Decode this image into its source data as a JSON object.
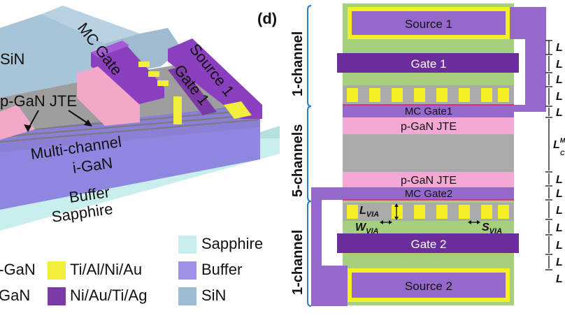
{
  "left_panel": {
    "labels": {
      "sin": "SiN",
      "mc_gate": "MC Gate",
      "source1": "Source 1",
      "gate1": "Gate 1",
      "pgan_jte": "p-GaN JTE",
      "multichannel": "Multi-channel",
      "igan": "i-GaN",
      "buffer": "Buffer",
      "sapphire": "Sapphire"
    }
  },
  "legend": {
    "items": [
      {
        "label": "p-GaN",
        "color": "#f4a8c8"
      },
      {
        "label": "GaN",
        "color": "#a6a6a6"
      },
      {
        "label": "Ti/Al/Ni/Au",
        "color": "#f2ee3c"
      },
      {
        "label": "Ni/Au/Ti/Ag",
        "color": "#7c3aa6"
      },
      {
        "label": "Sapphire",
        "color": "#c8eeee"
      },
      {
        "label": "Buffer",
        "color": "#9c92e8"
      },
      {
        "label": "SiN",
        "color": "#9dbdd3"
      }
    ]
  },
  "right_panel": {
    "panel_letter": "(d)",
    "region_labels": {
      "top": "1-channel",
      "middle": "5-channels",
      "bottom": "1-channel"
    },
    "layers": {
      "source1": "Source 1",
      "gate1": "Gate 1",
      "mc_gate1": "MC Gate1",
      "pgan_jte_top": "p-GaN JTE",
      "pgan_jte_bottom": "p-GaN JTE",
      "mc_gate2": "MC Gate2",
      "gate2": "Gate 2",
      "source2": "Source 2"
    },
    "dim_labels": {
      "l_via": "L",
      "l_via_sub": "VIA",
      "w_via": "W",
      "w_via_sub": "VIA",
      "s_via": "S",
      "s_via_sub": "VIA",
      "dim_letter": "L",
      "dim_letter_mc": "L",
      "dim_mc_sup": "M",
      "dim_mc_sub": "C"
    },
    "colors": {
      "green": "#a6d07e",
      "purple": "#9569cc",
      "dark_purple": "#6b2c9c",
      "gray": "#aaaaaa",
      "pink": "#f4a8d4",
      "yellow": "#f4ef24",
      "bracket": "#2b7bbf"
    }
  }
}
